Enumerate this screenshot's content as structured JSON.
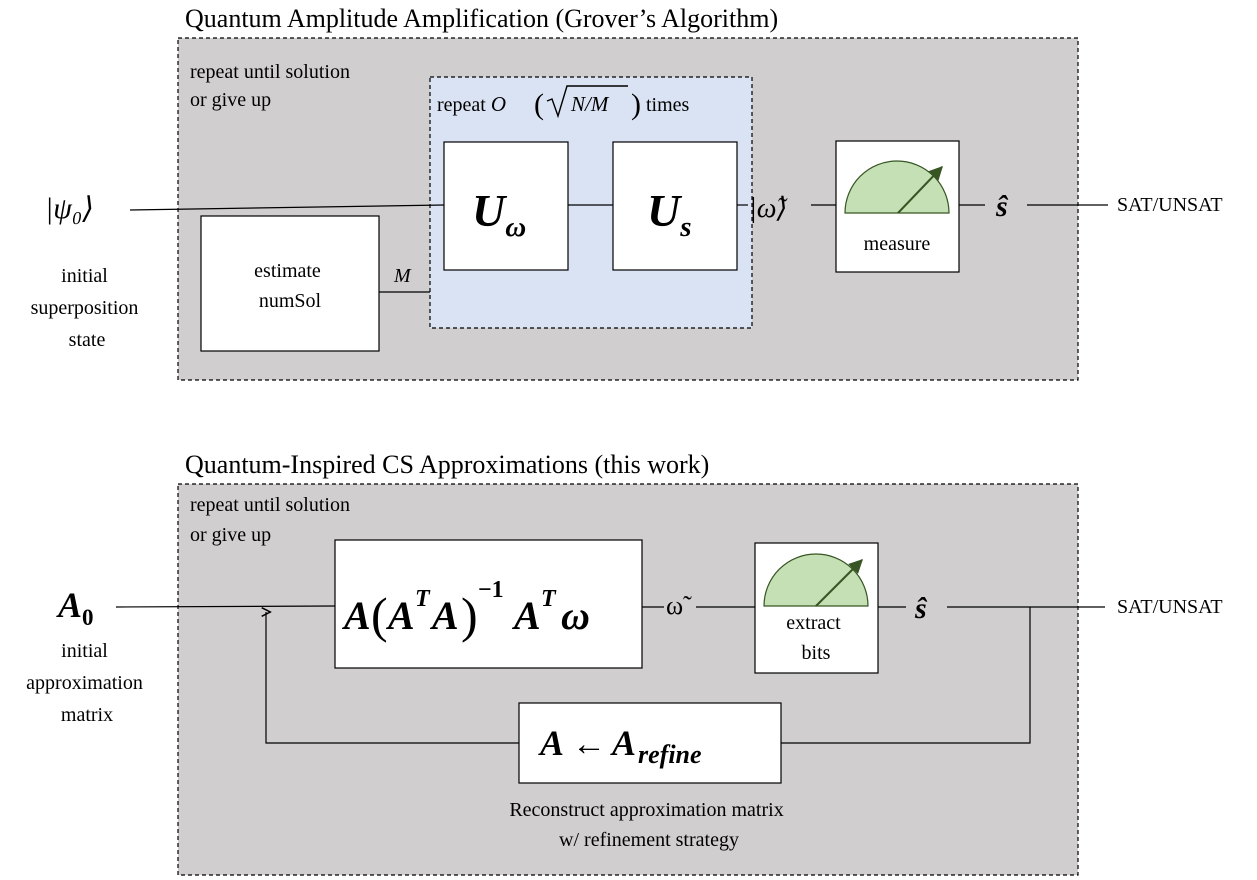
{
  "top": {
    "title": "Quantum Amplitude Amplification (Grover’s Algorithm)",
    "repeat_outer": [
      "repeat until solution",
      "or give up"
    ],
    "repeat_inner_prefix": "repeat ",
    "repeat_inner_O": "O",
    "repeat_inner_frac": "N/M",
    "repeat_inner_suffix": " times",
    "psi0": "|ψ₀⟩",
    "initial_label": [
      "initial",
      "superposition",
      "state"
    ],
    "estimate_label": [
      "estimate",
      "numSol"
    ],
    "m_label": "M",
    "u_omega_main": "U",
    "u_omega_sub": "ω",
    "u_s_main": "U",
    "u_s_sub": "s",
    "omega_tilde_state": "|ω̃⟩",
    "measure_label": "measure",
    "s_hat": "ŝ",
    "output": "SAT/UNSAT"
  },
  "bottom": {
    "title": "Quantum-Inspired CS Approximations (this work)",
    "repeat_outer": [
      "repeat until solution",
      "or give up"
    ],
    "a0_main": "A",
    "a0_sub": "0",
    "initial_label": [
      "initial",
      "approximation",
      "matrix"
    ],
    "formula": {
      "a1": "A",
      "lparen": "(",
      "a2": "A",
      "t1": "T",
      "a3": "A",
      "rparen": ")",
      "inv": "−1",
      "a4": "A",
      "t2": "T",
      "omega": "ω"
    },
    "omega_tilde": "ω̃",
    "extract_label": [
      "extract",
      "bits"
    ],
    "s_hat": "ŝ",
    "output": "SAT/UNSAT",
    "refine_lhs": "A",
    "refine_arrow": "←",
    "refine_rhs": "A",
    "refine_sub": "refine",
    "reconstruct_label": [
      "Reconstruct approximation matrix",
      "w/ refinement strategy"
    ]
  },
  "colors": {
    "panel_fill": "#d0cece",
    "inner_fill": "#dae3f3",
    "gauge_fill": "#c5e0b4",
    "arrow_color": "#375623",
    "line": "#000000"
  }
}
